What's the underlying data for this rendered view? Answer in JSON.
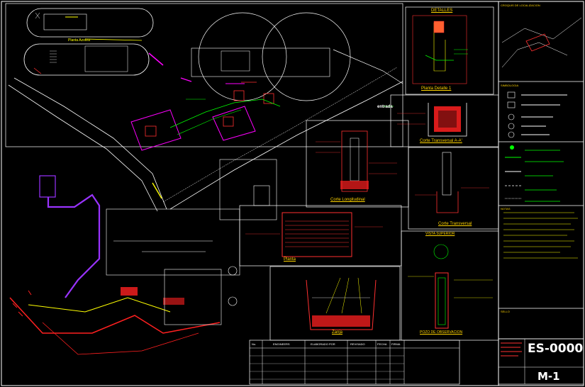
{
  "titles": {
    "detalles": "DETALLES",
    "planta_detalle": "Planta Detalle 1",
    "corte_transversal_aa": "Corte Transversal A-A'",
    "corte_longitudinal": "Corte Longitudinal",
    "corte_transversal": "Corte Transversal",
    "planta": "Planta",
    "zanja": "Zanja",
    "pozo": "POZO DE OBSERVACION",
    "vista_superior": "VISTA SUPERIOR",
    "planta_azotea": "Planta Azotea",
    "entrada": "entrada"
  },
  "side_panel": {
    "ubicacion": "CROQUIS DE LOCALIZACION",
    "simbologia": "SIMBOLOGIA",
    "notas": "NOTAS",
    "sello": "SELLO"
  },
  "title_block": {
    "drawing_code": "ES-0000",
    "sheet_number": "M-1",
    "columns": [
      "No.",
      "ENGINEERS",
      "ELABORADO POR",
      "REVISADO",
      "FECHA",
      "FIRMA"
    ]
  },
  "colors": {
    "background": "#000000",
    "frame": "#ffffff",
    "red": "#ff2020",
    "green": "#00ff00",
    "yellow": "#ffff00",
    "magenta": "#ff00ff",
    "purple": "#9933ff",
    "cyan": "#00e0e0"
  }
}
